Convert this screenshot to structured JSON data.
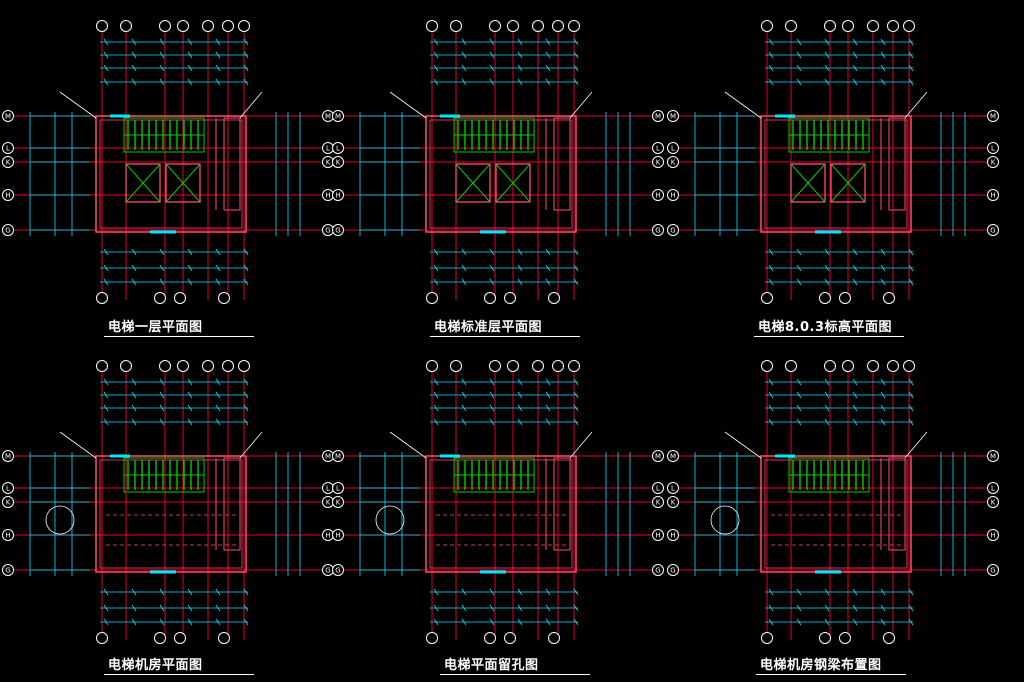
{
  "drawing": {
    "background": "#000000",
    "colors": {
      "axis_line": "#e8002a",
      "wall": "#ff4d6d",
      "dimension": "#00e5ff",
      "stair": "#00cc00",
      "text": "#ffffff",
      "bubble": "#ffffff"
    },
    "axis_tags_left": [
      "M",
      "L",
      "K",
      "H",
      "G"
    ],
    "plans": [
      {
        "title": "电梯一层平面图",
        "stair_visible": true,
        "cars_visible": true
      },
      {
        "title": "电梯标准层平面图",
        "stair_visible": true,
        "cars_visible": true
      },
      {
        "title": "电梯8.0.3标高平面图",
        "stair_visible": true,
        "cars_visible": true
      },
      {
        "title": "电梯机房平面图",
        "stair_visible": true,
        "cars_visible": false
      },
      {
        "title": "电梯平面留孔图",
        "stair_visible": true,
        "cars_visible": false
      },
      {
        "title": "电梯机房钢梁布置图",
        "stair_visible": true,
        "cars_visible": false
      }
    ]
  }
}
